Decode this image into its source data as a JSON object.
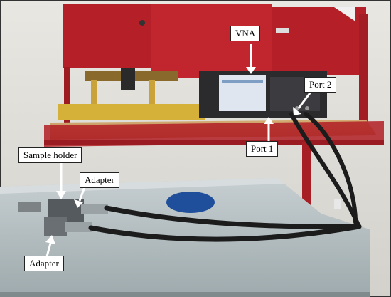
{
  "labels": {
    "vna": "VNA",
    "port2": "Port 2",
    "port1": "Port 1",
    "sample_holder": "Sample holder",
    "adapter_top": "Adapter",
    "adapter_bottom": "Adapter"
  },
  "colors": {
    "cabinet_red": "#b8232a",
    "desk_wood": "#c9a066",
    "table_top": "#b9c3c6",
    "cable": "#1c1c1c",
    "mouse": "#1f4f9a"
  }
}
